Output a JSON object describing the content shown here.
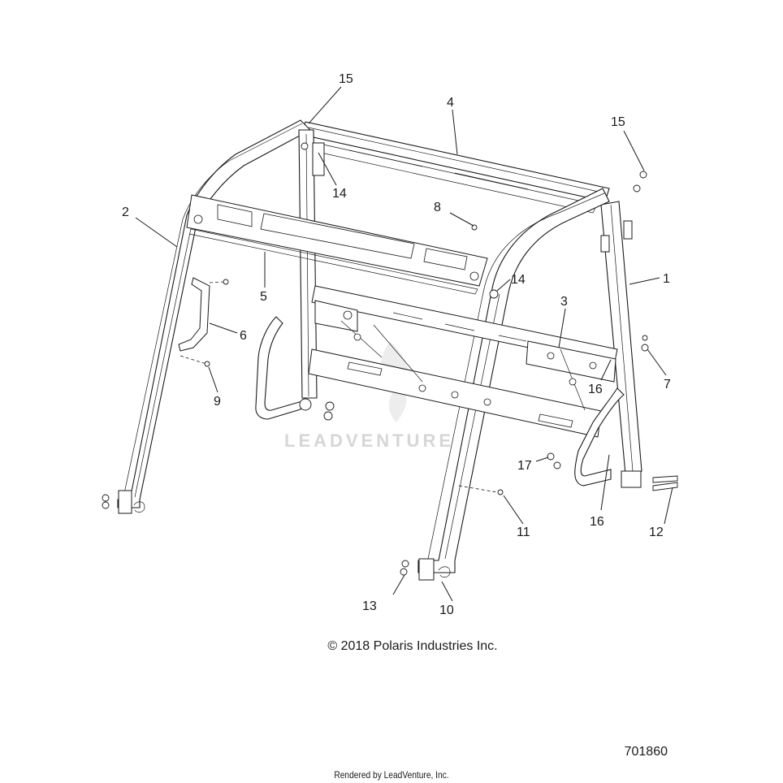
{
  "callouts": [
    "1",
    "2",
    "3",
    "4",
    "5",
    "6",
    "7",
    "8",
    "9",
    "10",
    "11",
    "12",
    "13",
    "14",
    "14",
    "15",
    "15",
    "16",
    "16",
    "17"
  ],
  "copyright": "© 2018 Polaris Industries Inc.",
  "part_number": "701860",
  "render_credit": "Rendered by LeadVenture, Inc.",
  "watermark": "LEADVENTURE"
}
